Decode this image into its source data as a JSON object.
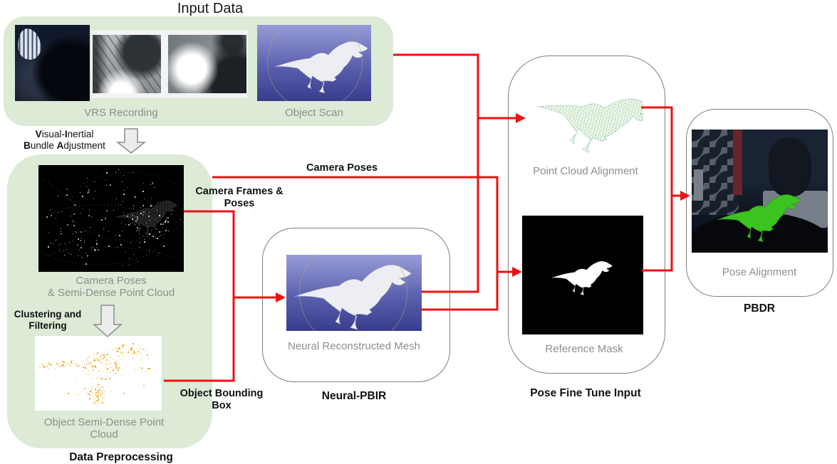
{
  "title": "Input Data",
  "input_box": {
    "vrs_caption": "VRS Recording",
    "scan_caption": "Object Scan"
  },
  "viba": {
    "b1": "V",
    "t1": "isual-",
    "b2": "I",
    "t2": "nertial",
    "b3": "B",
    "t3": "undle ",
    "b4": "A",
    "t4": "djustment"
  },
  "preprocess_box": {
    "semidense_caption_1": "Camera Poses",
    "semidense_caption_2": "& Semi-Dense Point Cloud",
    "clustering_1": "Clustering and",
    "clustering_2": "Filtering",
    "objectpc_caption_1": "Object Semi-Dense Point",
    "objectpc_caption_2": "Cloud",
    "label": "Data Preprocessing"
  },
  "edges": {
    "camera_poses": "Camera Poses",
    "camera_frames_1": "Camera Frames &",
    "camera_frames_2": "Poses",
    "bbox_1": "Object Bounding",
    "bbox_2": "Box"
  },
  "neural_pbir": {
    "caption": "Neural Reconstructed Mesh",
    "label": "Neural-PBIR"
  },
  "pose_fine_tune": {
    "pc_caption": "Point Cloud Alignment",
    "mask_caption": "Reference Mask",
    "label": "Pose Fine Tune Input"
  },
  "pbdr": {
    "caption": "Pose Alignment",
    "label": "PBDR"
  }
}
